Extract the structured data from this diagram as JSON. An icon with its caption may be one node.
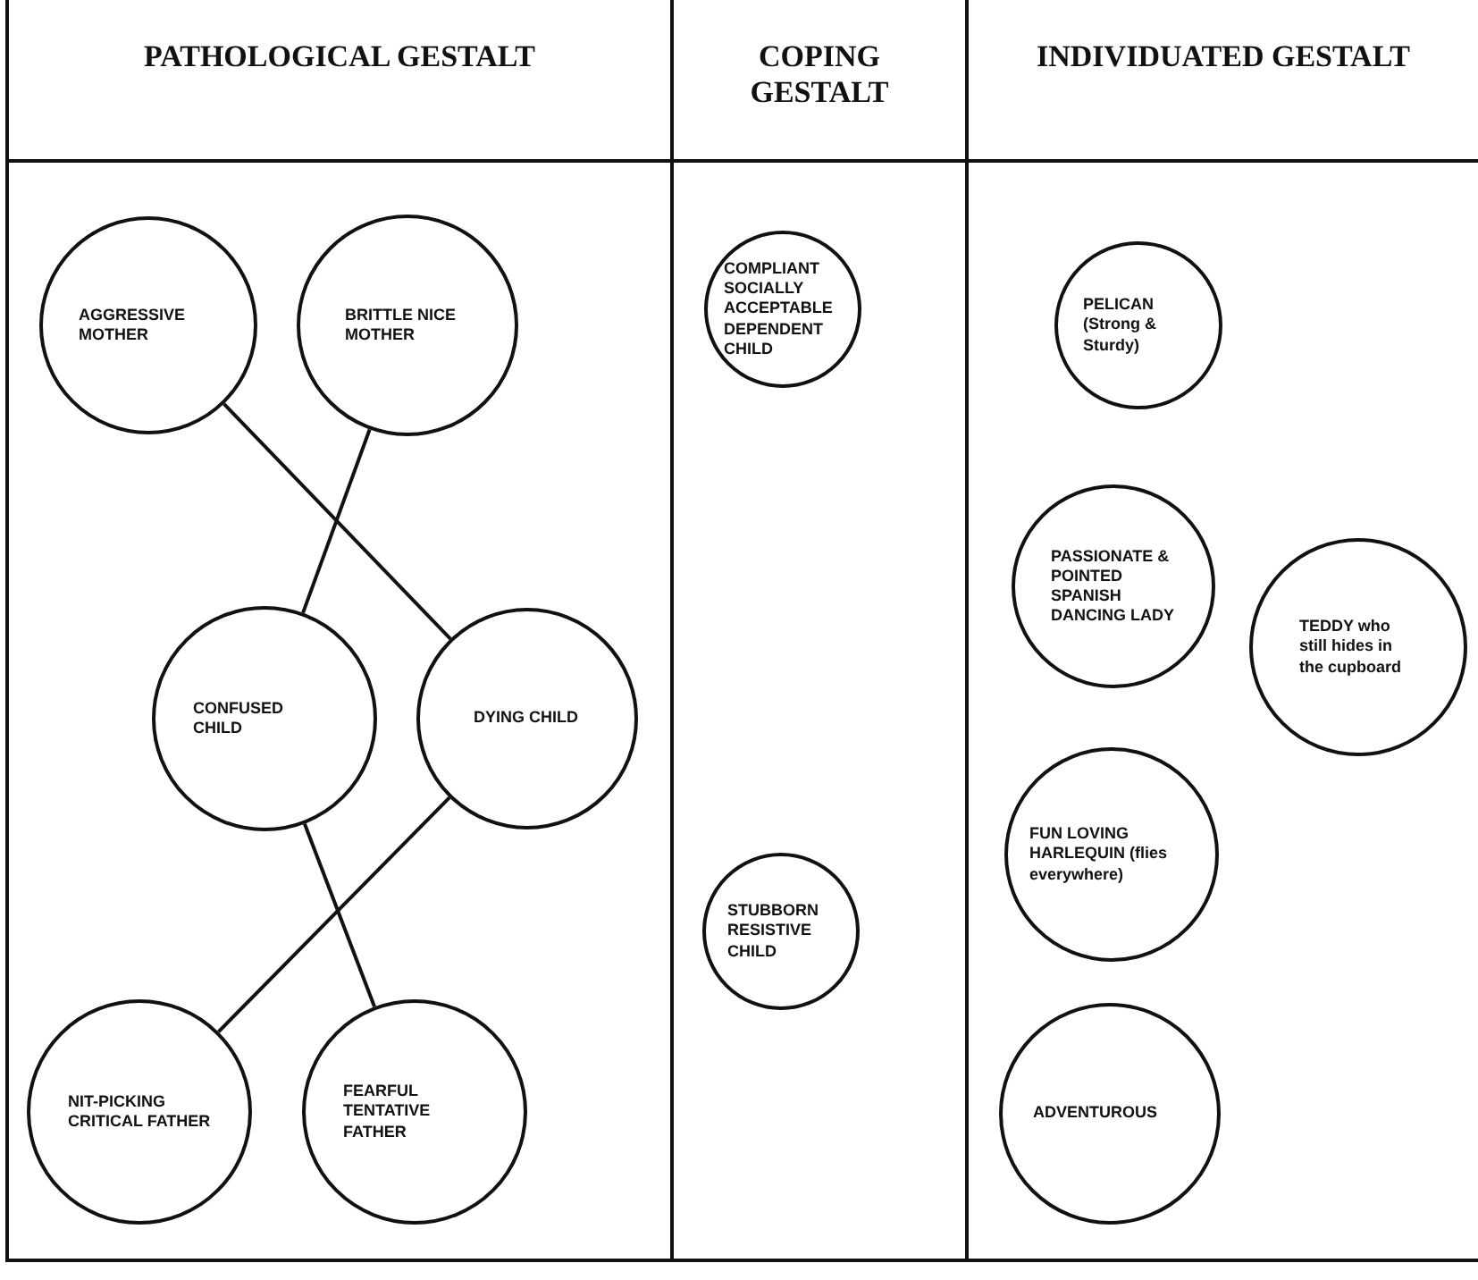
{
  "diagram": {
    "nodes": [
      {
        "text": [
          "PATHOLOGICAL GESTALT"
        ]
      },
      {
        "text": [
          "AGGRESSIVE MOTHER"
        ],
        "in": 0
      },
      {
        "text": [
          "BRITTLE NICE MOTHER"
        ],
        "in": 0
      },
      {
        "text": [
          "CONFUSED CHILD"
        ],
        "in": 0
      },
      {
        "text": [
          "DYING CHILD"
        ],
        "in": 0
      },
      {
        "text": [
          "NIT-PICKING CRITICAL FATHER"
        ],
        "in": 0
      },
      {
        "text": [
          "FEARFUL TENTATIVE FATHER"
        ],
        "in": 0
      },
      {
        "text": [
          "COPING GESTALT"
        ]
      },
      {
        "text": [
          "COMPLIANT SOCIALLY ACCEPTABLE DEPENDENT CHILD"
        ],
        "in": 7
      },
      {
        "text": [
          "STUBBORN RESISTIVE CHILD"
        ],
        "in": 7
      },
      {
        "text": [
          "INDIVIDUATED GESTALT"
        ]
      },
      {
        "text": [
          "PELICAN (Strong & Sturdy)"
        ],
        "in": 10
      },
      {
        "text": [
          "PASSIONATE & POINTED SPANISH DANCING LADY"
        ],
        "in": 10
      },
      {
        "text": [
          "TEDDY who still hides in the cupboard"
        ],
        "in": 10
      },
      {
        "text": [
          "FUN LOVING HARLEQUIN (flies everywhere)"
        ],
        "in": 10
      },
      {
        "text": [
          "ADVENTUROUS"
        ],
        "in": 10
      }
    ],
    "edges": [
      {
        "from": 1,
        "to": 4,
        "arrow": "none"
      },
      {
        "from": 2,
        "to": 3,
        "arrow": "none"
      },
      {
        "from": 3,
        "to": 6,
        "arrow": "none"
      },
      {
        "from": 4,
        "to": 5,
        "arrow": "none"
      }
    ]
  }
}
